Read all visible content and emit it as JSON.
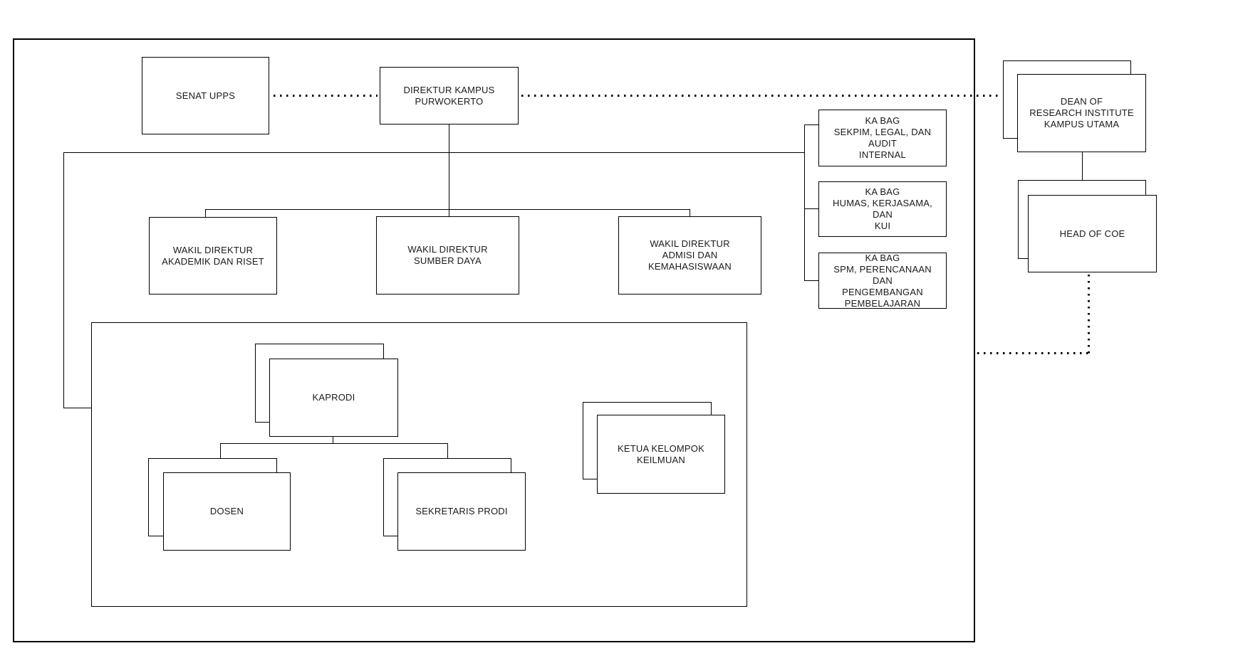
{
  "diagram": {
    "type": "org-chart",
    "colors": {
      "background": "#ffffff",
      "stroke": "#000000",
      "node_fill": "#ffffff",
      "text": "#1a1a1a"
    },
    "nodes": {
      "senat_upps": {
        "label": "SENAT UPPS",
        "stacked": false
      },
      "direktur_kampus": {
        "label": "DIREKTUR KAMPUS\nPURWOKERTO",
        "stacked": false
      },
      "kabag_sekpim": {
        "label": "KA BAG\nSEKPIM, LEGAL, DAN AUDIT\nINTERNAL",
        "stacked": false
      },
      "kabag_humas": {
        "label": "KA BAG\nHUMAS, KERJASAMA, DAN\nKUI",
        "stacked": false
      },
      "kabag_spm": {
        "label": "KA BAG\nSPM, PERENCANAAN DAN\nPENGEMBANGAN\nPEMBELAJARAN",
        "stacked": false
      },
      "wakil_akademik": {
        "label": "WAKIL DIREKTUR\nAKADEMIK DAN RISET",
        "stacked": false
      },
      "wakil_sumber_daya": {
        "label": "WAKIL DIREKTUR\nSUMBER DAYA",
        "stacked": false
      },
      "wakil_admisi": {
        "label": "WAKIL DIREKTUR\nADMISI DAN KEMAHASISWAAN",
        "stacked": false
      },
      "kaprodi": {
        "label": "KAPRODI",
        "stacked": true
      },
      "dosen": {
        "label": "DOSEN",
        "stacked": true
      },
      "sekretaris_prodi": {
        "label": "SEKRETARIS PRODI",
        "stacked": true
      },
      "ketua_kelompok": {
        "label": "KETUA KELOMPOK\nKEILMUAN",
        "stacked": true
      },
      "dean_research": {
        "label": "DEAN OF\nRESEARCH INSTITUTE\nKAMPUS UTAMA",
        "stacked": true
      },
      "head_of_coe": {
        "label": "HEAD OF COE",
        "stacked": true
      }
    },
    "edges": [
      {
        "from": "senat_upps",
        "to": "direktur_kampus",
        "style": "dotted"
      },
      {
        "from": "direktur_kampus",
        "to": "dean_research",
        "style": "dotted"
      },
      {
        "from": "direktur_kampus",
        "to": "wakil_akademik",
        "style": "solid"
      },
      {
        "from": "direktur_kampus",
        "to": "wakil_sumber_daya",
        "style": "solid"
      },
      {
        "from": "direktur_kampus",
        "to": "wakil_admisi",
        "style": "solid"
      },
      {
        "from": "direktur_kampus",
        "to": "kabag_sekpim",
        "style": "solid"
      },
      {
        "from": "direktur_kampus",
        "to": "kabag_humas",
        "style": "solid"
      },
      {
        "from": "direktur_kampus",
        "to": "kabag_spm",
        "style": "solid"
      },
      {
        "from": "direktur_kampus",
        "to": "prodi_group",
        "style": "solid"
      },
      {
        "from": "kaprodi",
        "to": "dosen",
        "style": "solid"
      },
      {
        "from": "kaprodi",
        "to": "sekretaris_prodi",
        "style": "solid"
      },
      {
        "from": "dean_research",
        "to": "head_of_coe",
        "style": "solid"
      },
      {
        "from": "head_of_coe",
        "to": "campus_boundary",
        "style": "dotted"
      }
    ]
  }
}
